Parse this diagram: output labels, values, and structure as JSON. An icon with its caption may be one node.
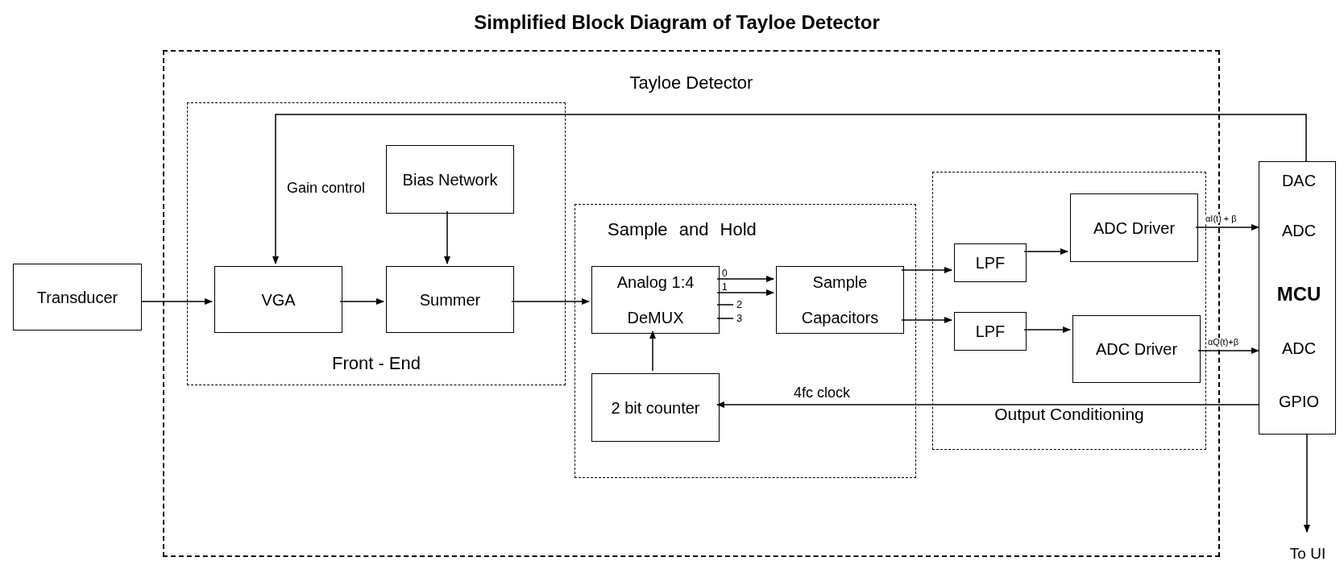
{
  "diagram": {
    "title": "Simplified Block Diagram of Tayloe Detector",
    "nodes": [
      {
        "text": [
          "Tayloe Detector"
        ]
      },
      {
        "text": [
          "Front - End"
        ],
        "in": 0
      },
      {
        "text": [
          "Sample and Hold"
        ],
        "in": 0
      },
      {
        "text": [
          "Output Conditioning"
        ],
        "in": 0
      },
      {
        "text": [
          "Transducer"
        ]
      },
      {
        "text": [
          "VGA"
        ],
        "in": 1
      },
      {
        "text": [
          "Bias Network"
        ],
        "in": 1
      },
      {
        "text": [
          "Summer"
        ],
        "in": 1
      },
      {
        "text": [
          "Analog 1:4 DeMUX"
        ],
        "in": 2
      },
      {
        "text": [
          "Sample Capacitors"
        ],
        "in": 2
      },
      {
        "text": [
          "2 bit counter"
        ],
        "in": 2
      },
      {
        "text": [
          "LPF"
        ],
        "in": 3
      },
      {
        "text": [
          "LPF"
        ],
        "in": 3
      },
      {
        "text": [
          "ADC Driver"
        ],
        "in": 3
      },
      {
        "text": [
          "ADC Driver"
        ],
        "in": 3
      },
      {
        "text": [
          "DAC",
          "ADC",
          "MCU",
          "ADC",
          "GPIO"
        ]
      },
      {
        "text": [
          "To UI"
        ]
      }
    ],
    "edges": [
      {
        "from": 4,
        "to": 5,
        "arrow": "to"
      },
      {
        "from": 5,
        "to": 7,
        "arrow": "to"
      },
      {
        "from": 6,
        "to": 7,
        "arrow": "to"
      },
      {
        "from": 7,
        "to": 8,
        "arrow": "to"
      },
      {
        "from": 8,
        "to": 9,
        "arrow": "to",
        "label": "0"
      },
      {
        "from": 8,
        "to": 9,
        "arrow": "to",
        "label": "1"
      },
      {
        "from": 8,
        "to": null,
        "arrow": "none",
        "label": "2"
      },
      {
        "from": 8,
        "to": null,
        "arrow": "none",
        "label": "3"
      },
      {
        "from": 9,
        "to": 11,
        "arrow": "to"
      },
      {
        "from": 9,
        "to": 12,
        "arrow": "to"
      },
      {
        "from": 11,
        "to": 13,
        "arrow": "to"
      },
      {
        "from": 12,
        "to": 14,
        "arrow": "to"
      },
      {
        "from": 13,
        "to": 15,
        "arrow": "to",
        "label": "αI(t) + β"
      },
      {
        "from": 14,
        "to": 15,
        "arrow": "to",
        "label": "αQ(t)+β"
      },
      {
        "from": 15,
        "to": 10,
        "arrow": "to",
        "label": "4fc clock"
      },
      {
        "from": 10,
        "to": 8,
        "arrow": "to"
      },
      {
        "from": 15,
        "to": 5,
        "arrow": "to",
        "label": "Gain control"
      },
      {
        "from": 15,
        "to": 16,
        "arrow": "to"
      }
    ]
  }
}
